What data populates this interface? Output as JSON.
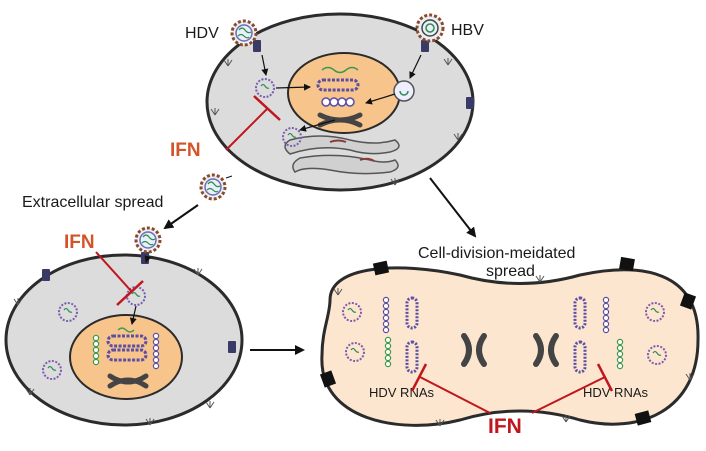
{
  "labels": {
    "hdv": "HDV",
    "hbv": "HBV",
    "ifn": "IFN",
    "extracellular_spread": "Extracellular spread",
    "cell_division_line1": "Cell-division-meidated",
    "cell_division_line2": "spread",
    "hdv_rnas": "HDV RNAs"
  },
  "colors": {
    "ifn_orange": "#d4542a",
    "ifn_red": "#c0161e",
    "inhibition_line": "#c0161e",
    "cytoplasm_grey": "#dcdcdc",
    "nucleus_orange": "#f7c48c",
    "dividing_cell": "#fde6cf",
    "membrane": "#2b2b2b",
    "receptor": "#3a3a66"
  }
}
